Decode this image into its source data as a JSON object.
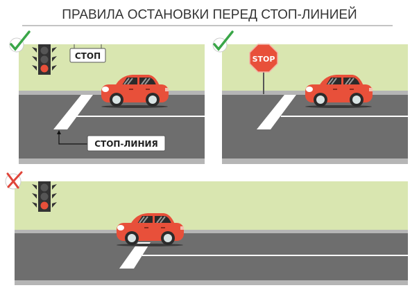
{
  "title": "ПРАВИЛА ОСТАНОВКИ ПЕРЕД СТОП-ЛИНИЕЙ",
  "panels": [
    {
      "verdict": "correct",
      "verdict_icon": "checkmark-icon",
      "sign_label": "СТОП",
      "callout_label": "СТОП-ЛИНИЯ"
    },
    {
      "verdict": "correct",
      "verdict_icon": "checkmark-icon",
      "sign_label": "STOP"
    },
    {
      "verdict": "wrong",
      "verdict_icon": "cross-icon"
    }
  ],
  "colors": {
    "grass": "#d9e6b0",
    "asphalt": "#6e6e6e",
    "car": "#e8503a",
    "check": "#3aa648",
    "cross": "#e0453a",
    "stop_sign": "#e8503a"
  }
}
